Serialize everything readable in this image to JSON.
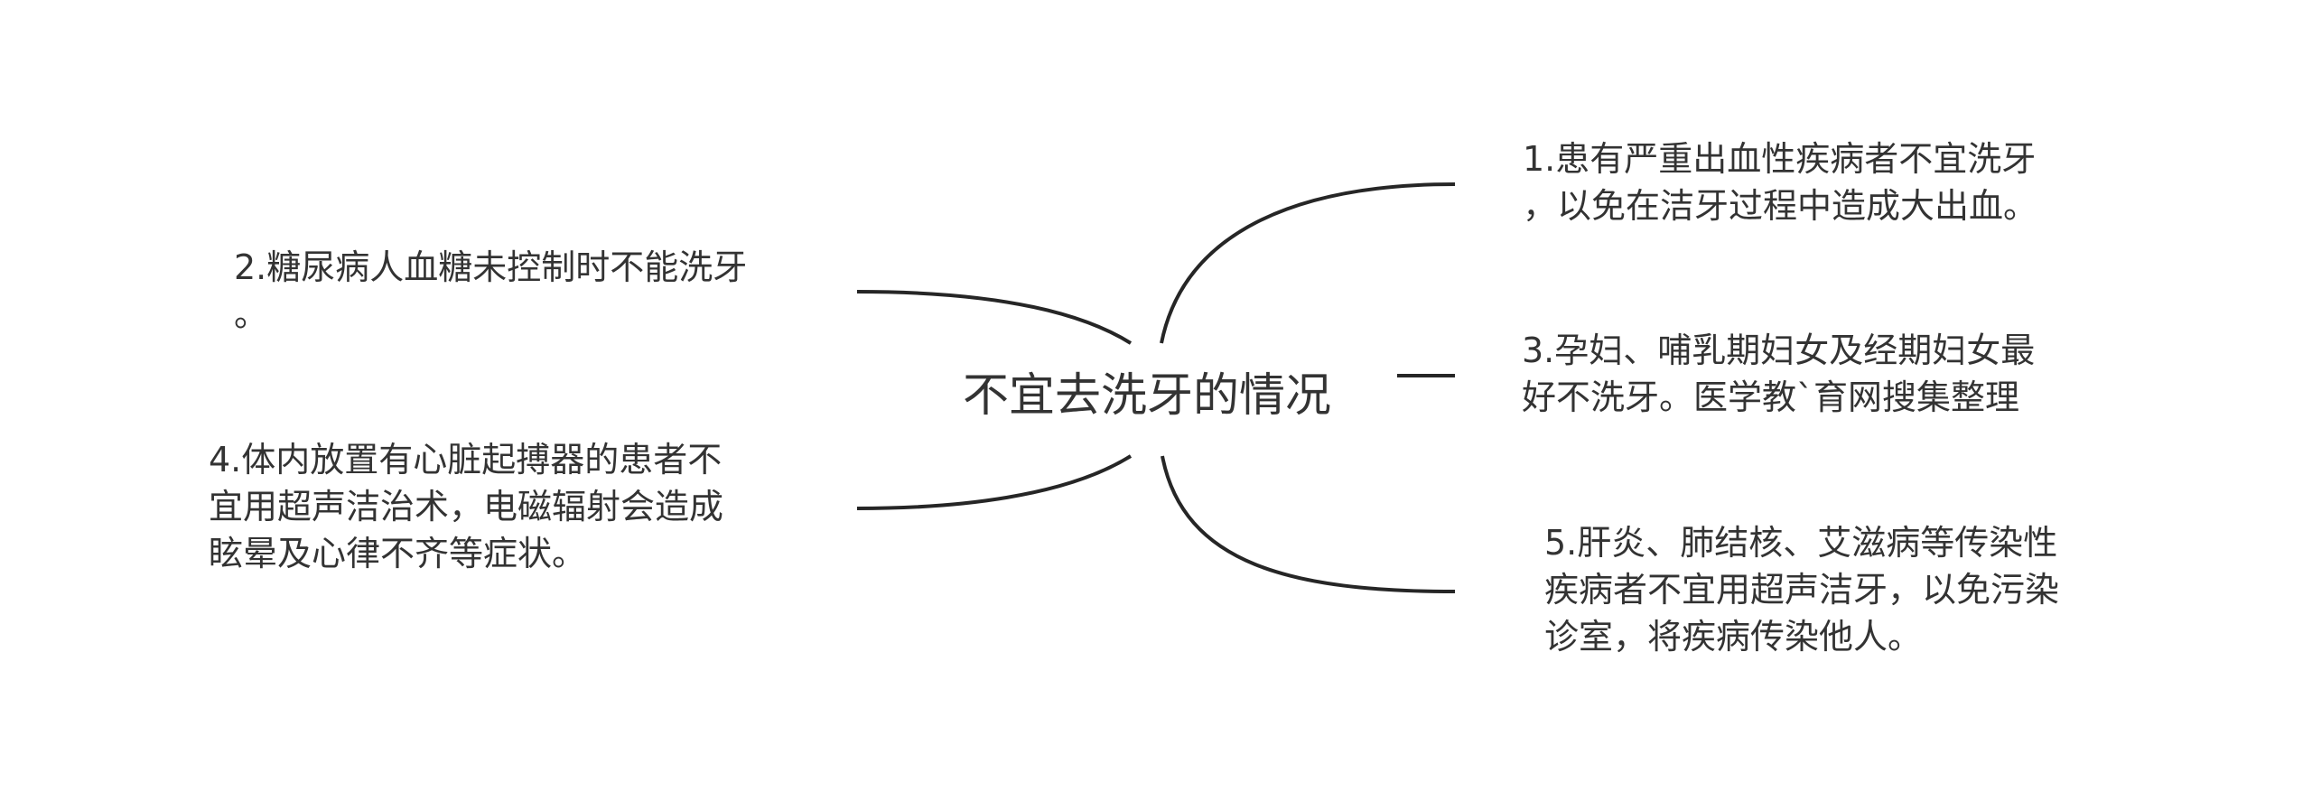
{
  "mindmap": {
    "root": {
      "label": "不宜去洗牙的情况"
    },
    "branches": [
      {
        "id": "node-1",
        "side": "right",
        "label": "1.患有严重出血性疾病者不宜洗牙，以免在洁牙过程中造成大出血。",
        "lines": [
          "1.患有严重出血性疾病者不宜洗牙",
          "，以免在洁牙过程中造成大出血。"
        ]
      },
      {
        "id": "node-2",
        "side": "left",
        "label": "2.糖尿病人血糖未控制时不能洗牙。",
        "lines": [
          "2.糖尿病人血糖未控制时不能洗牙",
          "。"
        ]
      },
      {
        "id": "node-3",
        "side": "right",
        "label": "3.孕妇、哺乳期妇女及经期妇女最好不洗牙。医学教`育网搜集整理",
        "lines": [
          "3.孕妇、哺乳期妇女及经期妇女最",
          "好不洗牙。医学教`育网搜集整理"
        ]
      },
      {
        "id": "node-4",
        "side": "left",
        "label": "4.体内放置有心脏起搏器的患者不宜用超声洁治术，电磁辐射会造成眩晕及心律不齐等症状。",
        "lines": [
          "4.体内放置有心脏起搏器的患者不",
          "宜用超声洁治术，电磁辐射会造成",
          "眩晕及心律不齐等症状。"
        ]
      },
      {
        "id": "node-5",
        "side": "right",
        "label": "5.肝炎、肺结核、艾滋病等传染性疾病者不宜用超声洁牙，以免污染诊室，将疾病传染他人。",
        "lines": [
          "5.肝炎、肺结核、艾滋病等传染性",
          "疾病者不宜用超声洁牙，以免污染",
          "诊室，将疾病传染他人。"
        ]
      }
    ]
  },
  "style": {
    "text_color": "#333333",
    "line_color": "#262626",
    "background": "#ffffff"
  }
}
